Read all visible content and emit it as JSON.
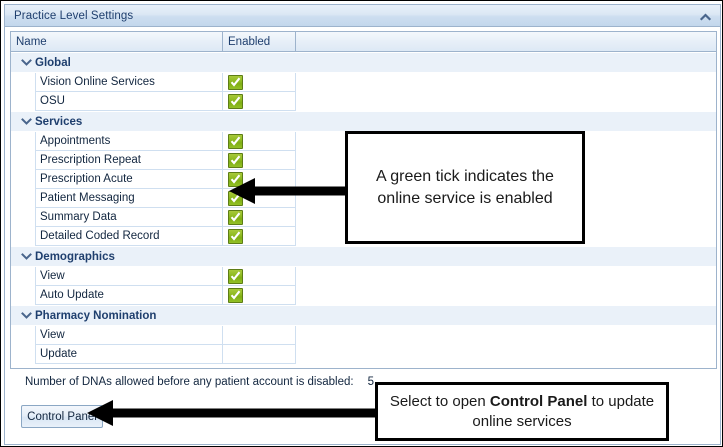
{
  "window": {
    "title": "Practice Level Settings",
    "collapse_icon": "chevron-up-icon"
  },
  "grid": {
    "columns": [
      "Name",
      "Enabled",
      ""
    ],
    "groups": [
      {
        "label": "Global",
        "chevron": "chevron-down-icon",
        "rows": [
          {
            "name": "Vision Online Services",
            "enabled": true
          },
          {
            "name": "OSU",
            "enabled": true
          }
        ]
      },
      {
        "label": "Services",
        "chevron": "chevron-down-icon",
        "rows": [
          {
            "name": "Appointments",
            "enabled": true
          },
          {
            "name": "Prescription Repeat",
            "enabled": true
          },
          {
            "name": "Prescription Acute",
            "enabled": true
          },
          {
            "name": "Patient Messaging",
            "enabled": true
          },
          {
            "name": "Summary Data",
            "enabled": true
          },
          {
            "name": "Detailed Coded Record",
            "enabled": true
          }
        ]
      },
      {
        "label": "Demographics",
        "chevron": "chevron-down-icon",
        "rows": [
          {
            "name": "View",
            "enabled": true
          },
          {
            "name": "Auto Update",
            "enabled": true
          }
        ]
      },
      {
        "label": "Pharmacy Nomination",
        "chevron": "chevron-down-icon",
        "rows": [
          {
            "name": "View",
            "enabled": false
          },
          {
            "name": "Update",
            "enabled": false
          }
        ]
      }
    ]
  },
  "footer": {
    "dna_label": "Number of DNAs allowed before any patient account is disabled:",
    "dna_value": "5",
    "control_panel_button": "Control Panel"
  },
  "annotations": {
    "tick_note": "A green tick indicates the online service is enabled",
    "control_panel_note_prefix": "Select to open ",
    "control_panel_note_bold": "Control Panel",
    "control_panel_note_suffix": " to update online services"
  },
  "colors": {
    "tick_green": "#8fbb22",
    "tick_border": "#5d7d16",
    "panel_border": "#9db3cc",
    "title_text": "#1f3f6e",
    "group_band": "#eaf1f9",
    "annotation_border": "#000000"
  }
}
